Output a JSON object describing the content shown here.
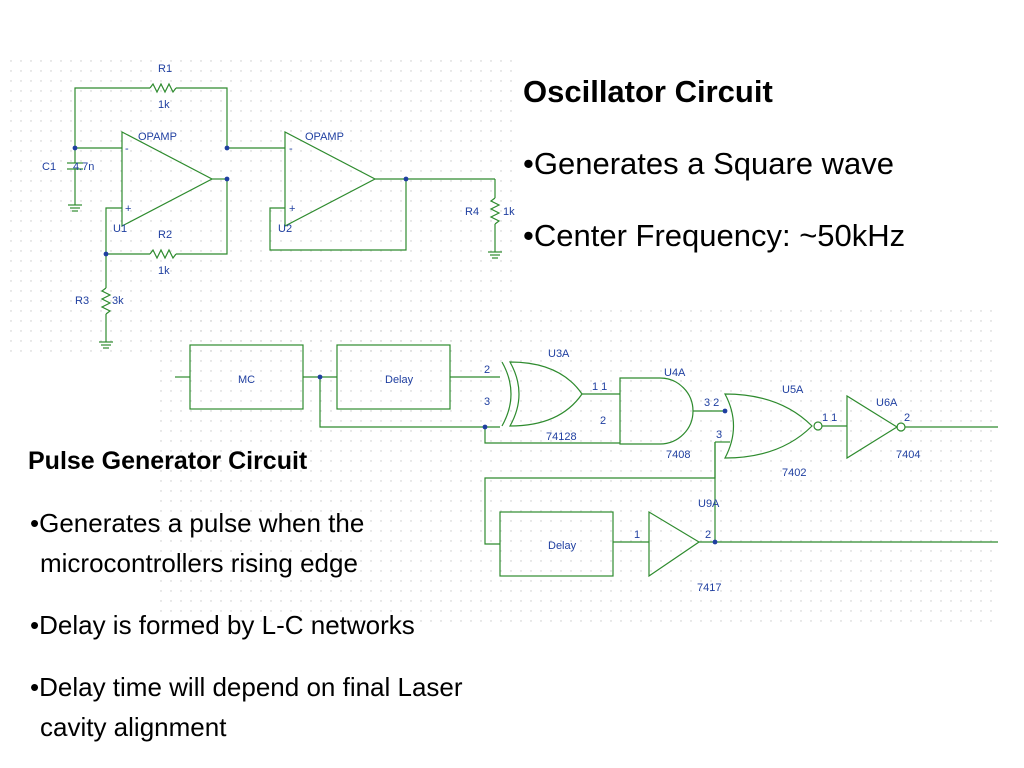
{
  "oscillator": {
    "title": "Oscillator Circuit",
    "bullets": [
      "•Generates a Square wave",
      "•Center Frequency: ~50kHz"
    ]
  },
  "pulse": {
    "title": "Pulse Generator Circuit",
    "bullets": [
      "•Generates a pulse when the",
      "microcontrollers rising edge",
      "•Delay is formed by L-C networks",
      "•Delay time will depend on final Laser",
      "cavity alignment"
    ]
  },
  "schematic": {
    "r1_ref": "R1",
    "r1_val": "1k",
    "r2_ref": "R2",
    "r2_val": "1k",
    "r3_ref": "R3",
    "r3_val": "3k",
    "r4_ref": "R4",
    "r4_val": "1k",
    "c1_ref": "C1",
    "c1_val": "4.7n",
    "u1_label": "OPAMP",
    "u1_ref": "U1",
    "u2_label": "OPAMP",
    "u2_ref": "U2",
    "minus": "-",
    "plus": "+",
    "mc_label": "MC",
    "delay1_label": "Delay",
    "delay2_label": "Delay",
    "u3a_ref": "U3A",
    "u3a_part": "74128",
    "u4a_ref": "U4A",
    "u4a_part": "7408",
    "u5a_ref": "U5A",
    "u5a_part": "7402",
    "u6a_ref": "U6A",
    "u6a_part": "7404",
    "u9a_ref": "U9A",
    "u9a_part": "7417",
    "pin_2": "2",
    "pin_3": "3",
    "pin_1": "1",
    "pin_11": "1 1",
    "pin_32": "3 2"
  },
  "colors": {
    "wire": "#2e8b2e",
    "text": "#1f3fa0",
    "node": "#1f3fa0",
    "grid": "#c8c8c8"
  }
}
